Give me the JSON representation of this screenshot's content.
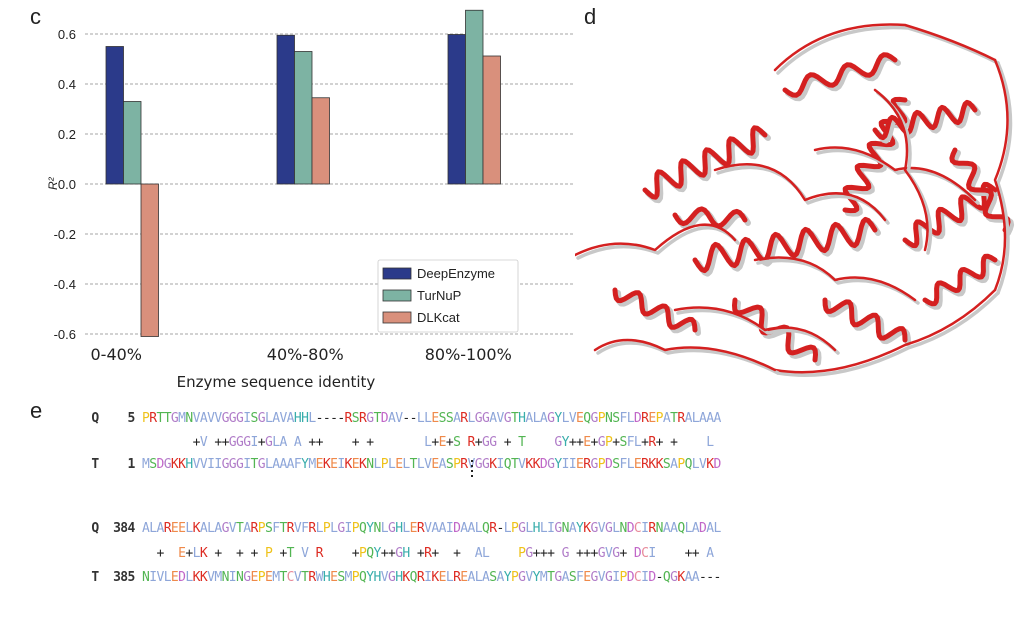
{
  "panels": {
    "c": "c",
    "d": "d",
    "e": "e"
  },
  "chart_data": {
    "type": "bar",
    "title": "",
    "xlabel": "Enzyme sequence identity",
    "ylabel": "R²",
    "ylim": [
      -0.62,
      0.7
    ],
    "yticks": [
      0.6,
      0.4,
      0.2,
      0.0,
      -0.2,
      -0.4,
      -0.6
    ],
    "ytick_labels": [
      "0.6",
      "0.4",
      "0.2",
      "0.0",
      "-0.2",
      "-0.4",
      "-0.6"
    ],
    "grid": "horizontal dashed",
    "legend_position": "lower right",
    "categories": [
      "0-40%",
      "40%-80%",
      "80%-100%"
    ],
    "series": [
      {
        "name": "DeepEnzyme",
        "color": "#2b3a8a",
        "values": [
          0.55,
          0.595,
          0.598
        ]
      },
      {
        "name": "TurNuP",
        "color": "#7db3a3",
        "values": [
          0.33,
          0.53,
          0.695
        ]
      },
      {
        "name": "DLKcat",
        "color": "#d9907c",
        "values": [
          -0.61,
          0.345,
          0.512
        ]
      }
    ]
  },
  "structure": {
    "description": "Superimposed ribbon structures",
    "colors": {
      "predicted": "#d42020",
      "reference": "#c8c8c8"
    }
  },
  "alignment": {
    "blocks": [
      {
        "query_label": "Q",
        "query_start": "5",
        "query_seq": "PRTTGMNVAVVGGGISGLAVAHHL----RSRGTDAV--LLESSARLGGAVGTHALAGYLVEQGPNSFLDREPATRALAAA",
        "match": "       +V ++GGGI+GLA A ++    + +       L+E+S R+GG + T    GY++E+GP+SFL+R+ +    L  ",
        "target_label": "T",
        "target_start": "1",
        "target_seq": "MSDGKKHVVIIGGGITGLAAAFYMEKEIKEKNLPLELTLVEASPRVGGKIQTVKKDGYIIERGPDSFLERKKSAPQLVKD"
      },
      {
        "query_label": "Q",
        "query_start": "384",
        "query_seq": "ALAREELKALAGVTARPSFTRVFRLPLGIPQYNLGHLERVAAIDAALQR-LPGLHLIGNAYKGVGLNDCIRNAAQLADAL",
        "match": "  +  E+LK +  + + P +T V R    +PQY++GH +R+  +  AL    PG+++ G +++GVG+ DCI    ++ A ",
        "target_label": "T",
        "target_start": "385",
        "target_seq": "NIVLEDLKKVMNINGEPEMTCVTRWHESMPQYHVGHKQRIKELREALASAYPGVYMTGASFEGVGIPDCID-QGKAA---"
      }
    ],
    "residue_colors": {
      "A": "#8ea6d9",
      "V": "#8ea6d9",
      "L": "#8ea6d9",
      "I": "#8ea6d9",
      "M": "#8ea6d9",
      "F": "#8ea6d9",
      "W": "#8ea6d9",
      "K": "#dd2b22",
      "R": "#dd2b22",
      "E": "#ef8a4a",
      "D": "#c166c8",
      "N": "#52b552",
      "Q": "#52b552",
      "S": "#52b552",
      "T": "#52b552",
      "G": "#b07cc8",
      "P": "#efc21a",
      "C": "#e88a9a",
      "H": "#38adab",
      "Y": "#38adab",
      "+": "#222222",
      "-": "#222222",
      " ": "#222222"
    }
  }
}
